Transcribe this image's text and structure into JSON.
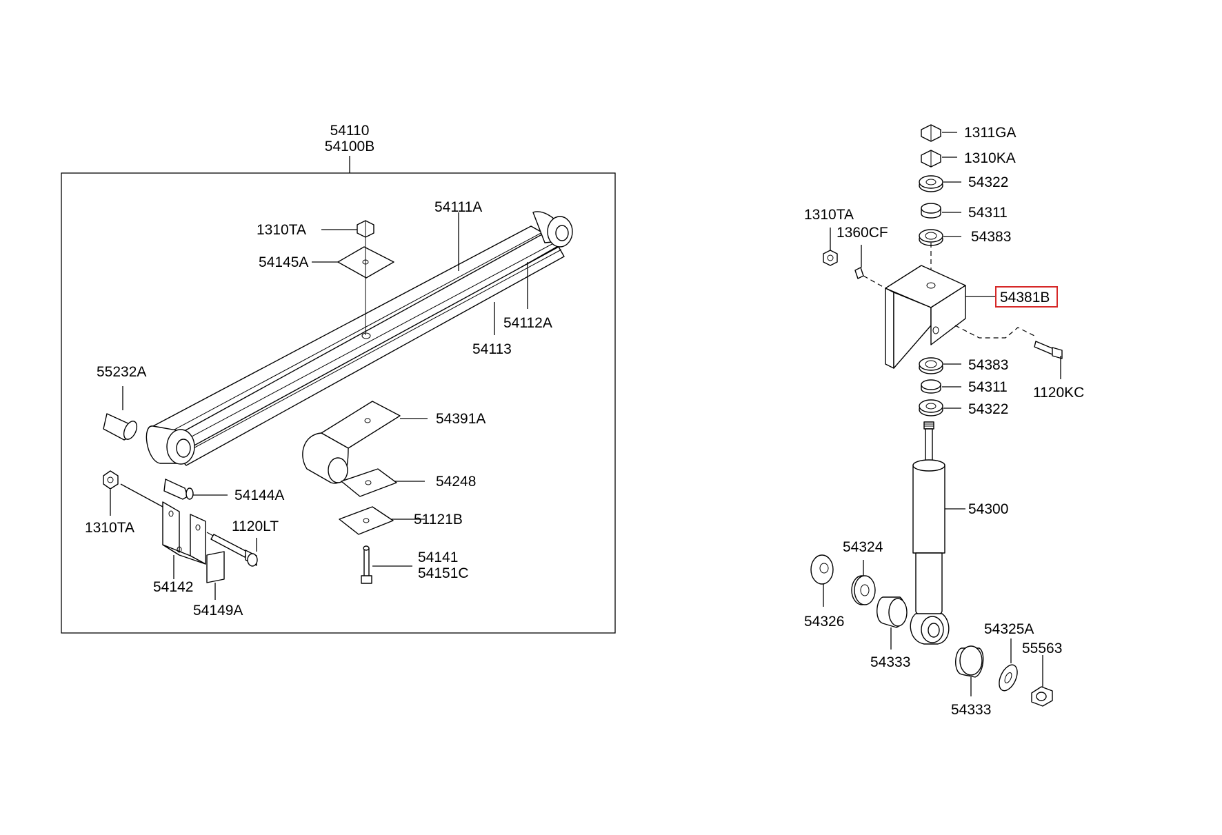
{
  "assembly_labels": {
    "leaf_spring_assy_a": "54110",
    "leaf_spring_assy_b": "54100B"
  },
  "leaf_spring_group": {
    "nut_top": "1310TA",
    "plate_top": "54145A",
    "main_leaf": "54111A",
    "leaf_2": "54112A",
    "leaf_3": "54113",
    "bushing": "55232A",
    "bracket_seat": "54391A",
    "pad": "54248",
    "plate_lower": "51121B",
    "bolt_u_a": "54141",
    "bolt_u_b": "54151C",
    "pin": "54144A",
    "nut_shackle": "1310TA",
    "bolt_shackle": "1120LT",
    "shackle": "54142",
    "plate_shackle": "54149A"
  },
  "shock_absorber_group": {
    "nut_1": "1311GA",
    "nut_2": "1310KA",
    "washer_top": "54322",
    "bushing_top": "54311",
    "retainer_top": "54383",
    "nut_side": "1310TA",
    "clip": "1360CF",
    "bracket": "54381B",
    "bolt_bracket": "1120KC",
    "retainer_mid": "54383",
    "bushing_mid": "54311",
    "washer_mid": "54322",
    "shock_absorber": "54300",
    "washer_lower_left": "54326",
    "washer_lower": "54324",
    "bushing_lower_left": "54333",
    "bushing_lower_right": "54333",
    "washer_lower_right": "54325A",
    "nut_lower": "55563"
  },
  "highlight_color": "#d62828"
}
